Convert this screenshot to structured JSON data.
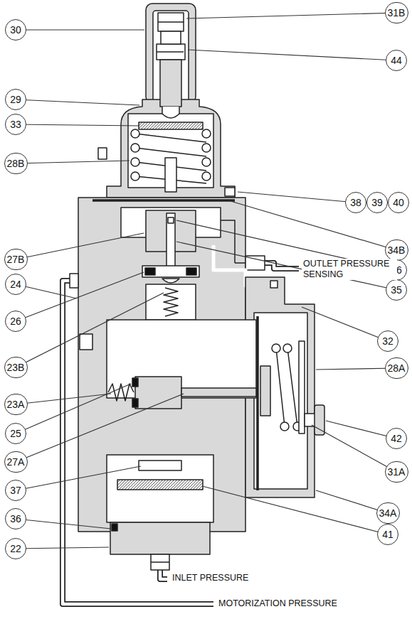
{
  "diagram": {
    "nodes": [
      {
        "text": [
          "30"
        ]
      },
      {
        "text": [
          "31B"
        ]
      },
      {
        "text": [
          "44"
        ]
      },
      {
        "text": [
          "29"
        ]
      },
      {
        "text": [
          "33"
        ]
      },
      {
        "text": [
          "28B"
        ]
      },
      {
        "text": [
          "38"
        ]
      },
      {
        "text": [
          "39"
        ]
      },
      {
        "text": [
          "40"
        ]
      },
      {
        "text": [
          "34B"
        ]
      },
      {
        "text": [
          "27B"
        ]
      },
      {
        "text": [
          "36"
        ]
      },
      {
        "text": [
          "24"
        ]
      },
      {
        "text": [
          "35"
        ]
      },
      {
        "text": [
          "26"
        ]
      },
      {
        "text": [
          "32"
        ]
      },
      {
        "text": [
          "23B"
        ]
      },
      {
        "text": [
          "28A"
        ]
      },
      {
        "text": [
          "23A"
        ]
      },
      {
        "text": [
          "25"
        ]
      },
      {
        "text": [
          "42"
        ]
      },
      {
        "text": [
          "27A"
        ]
      },
      {
        "text": [
          "31A"
        ]
      },
      {
        "text": [
          "37"
        ]
      },
      {
        "text": [
          "34A"
        ]
      },
      {
        "text": [
          "36"
        ]
      },
      {
        "text": [
          "41"
        ]
      },
      {
        "text": [
          "22"
        ]
      }
    ],
    "labels": [
      "OUTLET PRESSURE SENSING",
      "INLET PRESSURE",
      "MOTORIZATION PRESSURE"
    ]
  }
}
